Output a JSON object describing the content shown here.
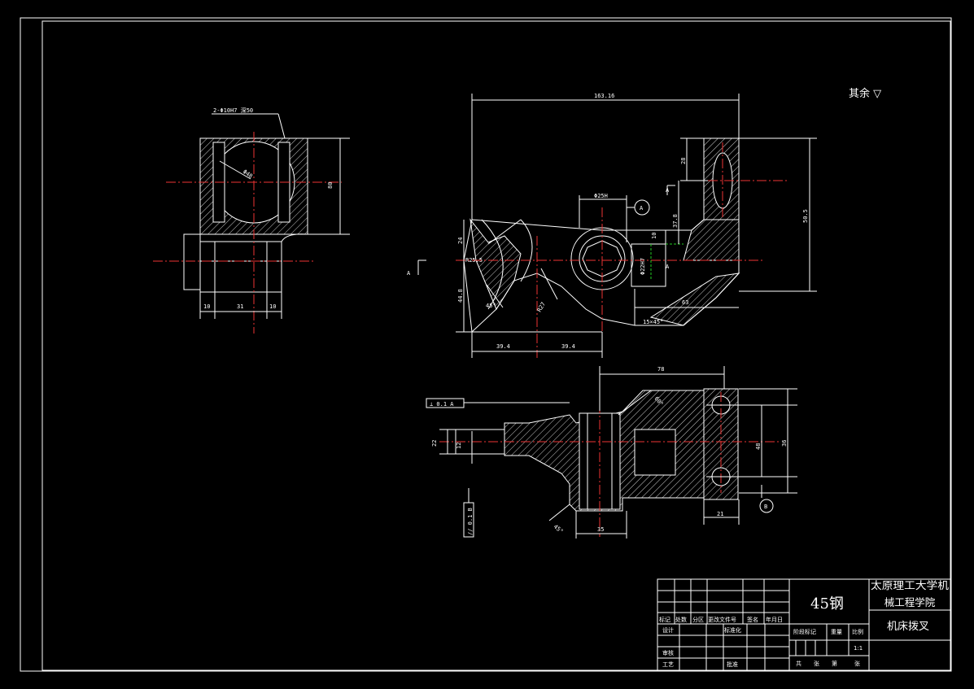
{
  "drawing": {
    "remark": "其余 ▽",
    "view_top": {
      "callout": "2-Φ10H7 深50",
      "dia": "Φ48",
      "height": "80",
      "w1": "10",
      "w2": "31",
      "w3": "10"
    },
    "view_main": {
      "len_total": "163.16",
      "d_small": "Φ25H",
      "datum_a": "A",
      "d_hole": "Φ22H7",
      "r_small": "R25.5",
      "deg45": "45°",
      "h_24": "24",
      "h_44": "44.8",
      "w_394a": "39.4",
      "w_394b": "39.4",
      "w_63": "63",
      "chamfer": "15×45°",
      "h_28": "28",
      "h_505": "50.5",
      "h_10": "10",
      "h_378": "37.8",
      "r_327": "R27",
      "sec_a1": "A",
      "sec_a2": "A",
      "sec_arrow": "A"
    },
    "view_bottom": {
      "tol_perp": "⊥ 0.1 A",
      "tol_par": "// 0.1 B",
      "w_78": "78",
      "w_35": "35",
      "w_21": "21",
      "h_22": "22",
      "h_12": "12",
      "h_36": "36",
      "h_48": "48",
      "ang": "60°",
      "ang2": "45°",
      "datum_b": "B"
    }
  },
  "title_block": {
    "material": "45钢",
    "school": "太原理工大学机械工程学院",
    "part_name": "机床拨叉",
    "h_mark": "标记",
    "h_count": "处数",
    "h_zone": "分区",
    "h_doc": "更改文件号",
    "h_sign": "签名",
    "h_date": "年月日",
    "r_design": "设计",
    "r_std": "标准化",
    "r_check": "审核",
    "r_process": "工艺",
    "r_approve": "批准",
    "stage": "阶段标记",
    "weight": "重量",
    "scale_label": "比例",
    "scale": "1:1",
    "sheet_total": "共",
    "sheet_word1": "张",
    "sheet_no": "第",
    "sheet_word2": "张"
  }
}
